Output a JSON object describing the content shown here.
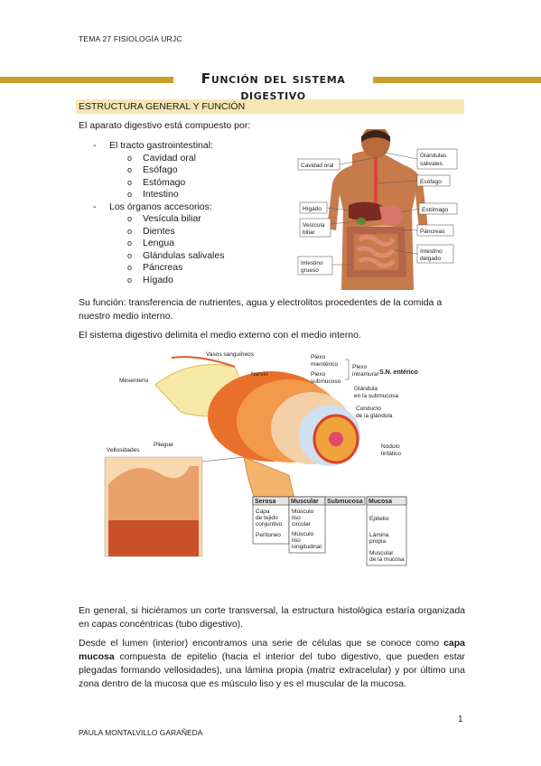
{
  "header": {
    "course": "TEMA 27 FISIOLOGÍA URJC"
  },
  "title": "Función del sistema digestivo",
  "section_heading": "ESTRUCTURA GENERAL Y FUNCIÓN",
  "intro": "El aparato digestivo está compuesto por:",
  "groups": [
    {
      "label": "El tracto gastrointestinal:",
      "items": [
        "Cavidad oral",
        "Esófago",
        "Estómago",
        "Intestino"
      ]
    },
    {
      "label": "Los órganos accesorios:",
      "items": [
        "Vesícula biliar",
        "Dientes",
        "Lengua",
        "Glándulas salivales",
        "Páncreas",
        "Hígado"
      ]
    }
  ],
  "dash": "-",
  "bullet": "o",
  "para_function": "Su función: transferencia de nutrientes, agua y electrolitos procedentes de la comida a nuestro medio interno.",
  "para_limit": "El sistema digestivo delimita el medio externo con el medio interno.",
  "para_general": "En general, si hiciéramos un corte transversal, la estructura histológica estaría organizada en capas concéntricas (tubo digestivo).",
  "para_lumen": {
    "before": "Desde el lumen (interior) encontramos una serie de células que se conoce como ",
    "bold": "capa mucosa",
    "after": " compuesta de epitelio (hacia el interior del tubo digestivo, que pueden estar plegadas formando vellosidades), una lámina propia (matriz extracelular) y por último una zona dentro de la mucosa que es músculo liso y es el muscular de la mucosa."
  },
  "figure1_labels": {
    "cavidad_oral": "Cavidad oral",
    "glandulas_1": "Glándulas",
    "glandulas_2": "salivales",
    "esofago": "Esófago",
    "higado": "Hígado",
    "estomago": "Estómago",
    "vesicula_1": "Vesícula",
    "vesicula_2": "biliar",
    "pancreas": "Páncreas",
    "intestino_d1": "Intestino",
    "intestino_d2": "delgado",
    "intestino_g1": "Intestino",
    "intestino_g2": "grueso"
  },
  "figure2_labels": {
    "vasos": "Vasos sanguíneos",
    "mesenterio": "Mesenterio",
    "nervio": "Nervio",
    "plexo_mient_1": "Plexo",
    "plexo_mient_2": "mientérico",
    "plexo_sub_1": "Plexo",
    "plexo_sub_2": "submucoso",
    "plexo_intra_1": "Plexo",
    "plexo_intra_2": "intramural",
    "sn_enterico": "S.N. entérico",
    "glandula_1": "Glándula",
    "glandula_2": "en la submucosa",
    "conducto_1": "Conducto",
    "conducto_2": "de la glándula",
    "vellosidades": "Vellosidades",
    "pliegue": "Pliegue",
    "nodulo_1": "Nódulo",
    "nodulo_2": "linfático",
    "serosa": "Serosa",
    "serosa_1": "Capa",
    "serosa_2": "de tejido",
    "serosa_3": "conjuntivo",
    "peritoneo": "Peritoneo",
    "muscular": "Muscular",
    "muscular_1": "Músculo",
    "muscular_2": "liso",
    "muscular_3": "circular",
    "muscular_4": "Músculo",
    "muscular_5": "liso",
    "muscular_6": "longitudinal",
    "submucosa": "Submucosa",
    "mucosa": "Mucosa",
    "mucosa_1": "Epitelio",
    "mucosa_2": "Lámina",
    "mucosa_3": "propia",
    "mucosa_4": "Muscular",
    "mucosa_5": "de la mucosa"
  },
  "page_number": "1",
  "footer": "PAULA MONTALVILLO GARAÑEDA"
}
